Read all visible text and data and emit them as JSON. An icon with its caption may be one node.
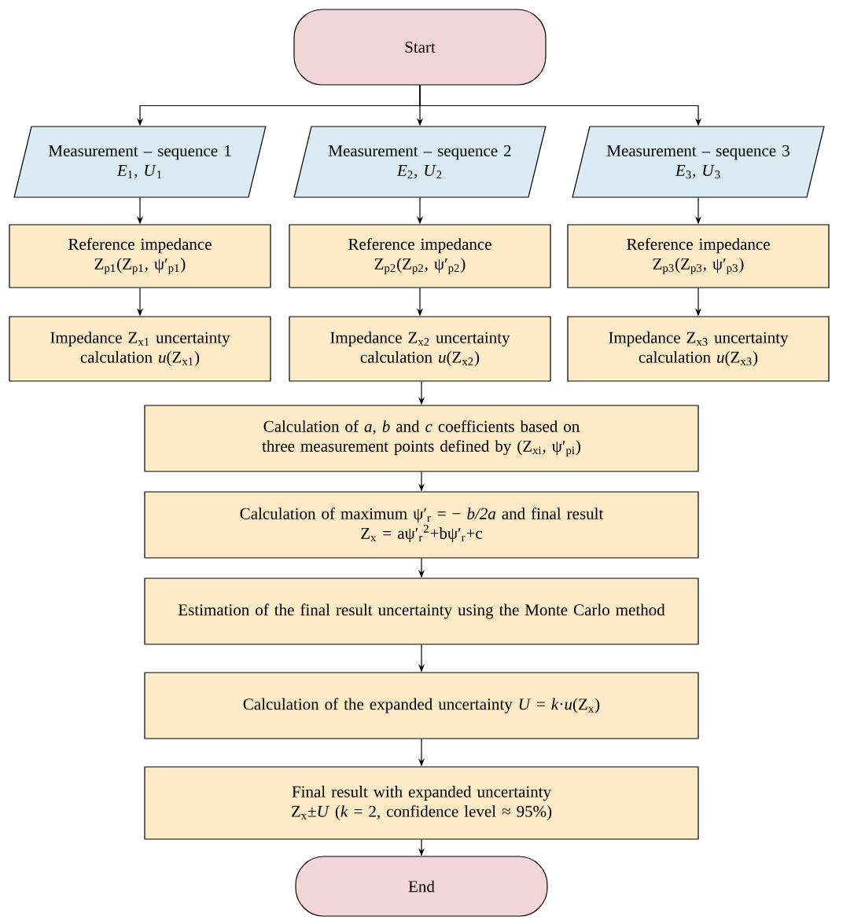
{
  "diagram": {
    "nodes": [
      {
        "text": [
          "Start"
        ]
      },
      {
        "text": [
          "Measurement – sequence 1",
          "*E*$_{1}$, *U*$_{1}$"
        ]
      },
      {
        "text": [
          "Measurement – sequence 2",
          "*E*$_{2}$, *U*$_{2}$"
        ]
      },
      {
        "text": [
          "Measurement – sequence 3",
          "*E*$_{3}$, *U*$_{3}$"
        ]
      },
      {
        "text": [
          "Reference impedance",
          "Z$_{p1}$(Z$_{p1}$, ψ′$_{p1}$)"
        ]
      },
      {
        "text": [
          "Reference impedance",
          "Z$_{p2}$(Z$_{p2}$, ψ′$_{p2}$)"
        ]
      },
      {
        "text": [
          "Reference impedance",
          "Z$_{p3}$(Z$_{p3}$, ψ′$_{p3}$)"
        ]
      },
      {
        "text": [
          "Impedance Z$_{x1}$ uncertainty calculation *u*(Z$_{x1}$)"
        ]
      },
      {
        "text": [
          "Impedance Z$_{x2}$ uncertainty calculation *u*(Z$_{x2}$)"
        ]
      },
      {
        "text": [
          "Impedance Z$_{x3}$ uncertainty calculation *u*(Z$_{x3}$)"
        ]
      },
      {
        "text": [
          "Calculation of *a*, *b* and *c* coefficients based on three measurement points defined by (Z$_{xi}$, ψ′$_{pi}$)"
        ]
      },
      {
        "text": [
          "Calculation of maximum ψ′$_{r}$ = − *b/2a* and final result",
          "Z$_{x}$ = aψ′$_{r}$$^{2}$+bψ′$_{r}$+c"
        ]
      },
      {
        "text": [
          "Estimation of the final result uncertainty using the Monte Carlo method"
        ]
      },
      {
        "text": [
          "Calculation of the expanded uncertainty *U* = *k*·*u*(Z$_{x}$)"
        ]
      },
      {
        "text": [
          "Final result with expanded uncertainty",
          "Z$_{x}$±*U* (*k* = 2, confidence level ≈ 95%)"
        ]
      },
      {
        "text": [
          "End"
        ]
      }
    ],
    "edges": [
      {
        "from": 0,
        "to": 1,
        "arrow": "to"
      },
      {
        "from": 0,
        "to": 2,
        "arrow": "to"
      },
      {
        "from": 0,
        "to": 3,
        "arrow": "to"
      },
      {
        "from": 1,
        "to": 4,
        "arrow": "to"
      },
      {
        "from": 2,
        "to": 5,
        "arrow": "to"
      },
      {
        "from": 3,
        "to": 6,
        "arrow": "to"
      },
      {
        "from": 4,
        "to": 7,
        "arrow": "to"
      },
      {
        "from": 5,
        "to": 8,
        "arrow": "to"
      },
      {
        "from": 6,
        "to": 9,
        "arrow": "to"
      },
      {
        "from": 8,
        "to": 10,
        "arrow": "to"
      },
      {
        "from": 10,
        "to": 11,
        "arrow": "to"
      },
      {
        "from": 11,
        "to": 12,
        "arrow": "to"
      },
      {
        "from": 12,
        "to": 13,
        "arrow": "to"
      },
      {
        "from": 13,
        "to": 14,
        "arrow": "to"
      },
      {
        "from": 14,
        "to": 15,
        "arrow": "to"
      }
    ]
  }
}
